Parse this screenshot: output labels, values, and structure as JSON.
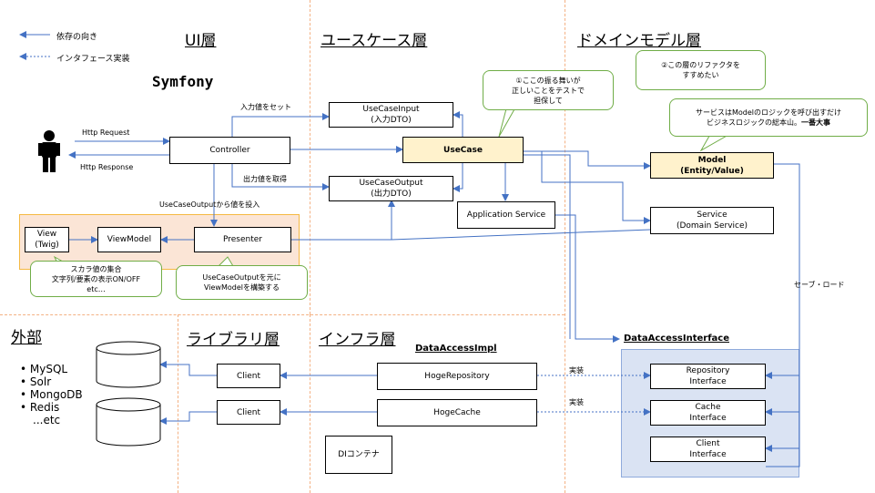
{
  "legend": {
    "dependency": "依存の向き",
    "implementation": "インタフェース実装"
  },
  "layers": {
    "ui": "UI層",
    "usecase": "ユースケース層",
    "domain": "ドメインモデル層",
    "external": "外部",
    "library": "ライブラリ層",
    "infra": "インフラ層"
  },
  "framework": "Symfony",
  "edge_labels": {
    "http_request": "Http Request",
    "http_response": "Http Response",
    "set_input": "入力値をセット",
    "get_output": "出力値を取得",
    "inject_output": "UseCaseOutputから値を投入",
    "save_load": "セーブ・ロード",
    "impl1": "実装",
    "impl2": "実装"
  },
  "boxes": {
    "controller": "Controller",
    "usecase_input": [
      "UseCaseInput",
      "(入力DTO)"
    ],
    "usecase": "UseCase",
    "usecase_output": [
      "UseCaseOutput",
      "(出力DTO)"
    ],
    "application_service": "Application Service",
    "view": [
      "View",
      "(Twig)"
    ],
    "view_model": "ViewModel",
    "presenter": "Presenter",
    "model": [
      "Model",
      "(Entity/Value)"
    ],
    "service": [
      "Service",
      "(Domain Service)"
    ],
    "client1": "Client",
    "client2": "Client",
    "hoge_repository": "HogeRepository",
    "hoge_cache": "HogeCache",
    "di_container": "DIコンテナ",
    "repository_interface": [
      "Repository",
      "Interface"
    ],
    "cache_interface": [
      "Cache",
      "Interface"
    ],
    "client_interface": [
      "Client",
      "Interface"
    ]
  },
  "headings": {
    "data_access_impl": "DataAccessImpl",
    "data_access_interface": "DataAccessInterface"
  },
  "callouts": {
    "test": [
      "①ここの振る舞いが",
      "正しいことをテストで",
      "担保して"
    ],
    "refactor": [
      "②この層のリファクタを",
      "すすめたい"
    ],
    "service_note_line1": "サービスはModelのロジックを呼び出すだけ",
    "service_note_line2": "ビジネスロジックの総本山。",
    "service_note_emph": "一番大事",
    "viewmodel_note": [
      "スカラ値の集合",
      "文字列/要素の表示ON/OFF",
      "etc…"
    ],
    "presenter_note": [
      "UseCaseOutputを元に",
      "ViewModelを構築する"
    ]
  },
  "external_items": [
    "MySQL",
    "Solr",
    "MongoDB",
    "Redis",
    "...etc"
  ],
  "colors": {
    "arrow": "#4472c4",
    "divider": "#f4b183",
    "ui_panel": "#fbe5d6",
    "ui_panel_border": "#f5b942",
    "highlight": "#fff2cc",
    "interface_panel": "#dae3f3",
    "callout_border": "#70ad47"
  }
}
